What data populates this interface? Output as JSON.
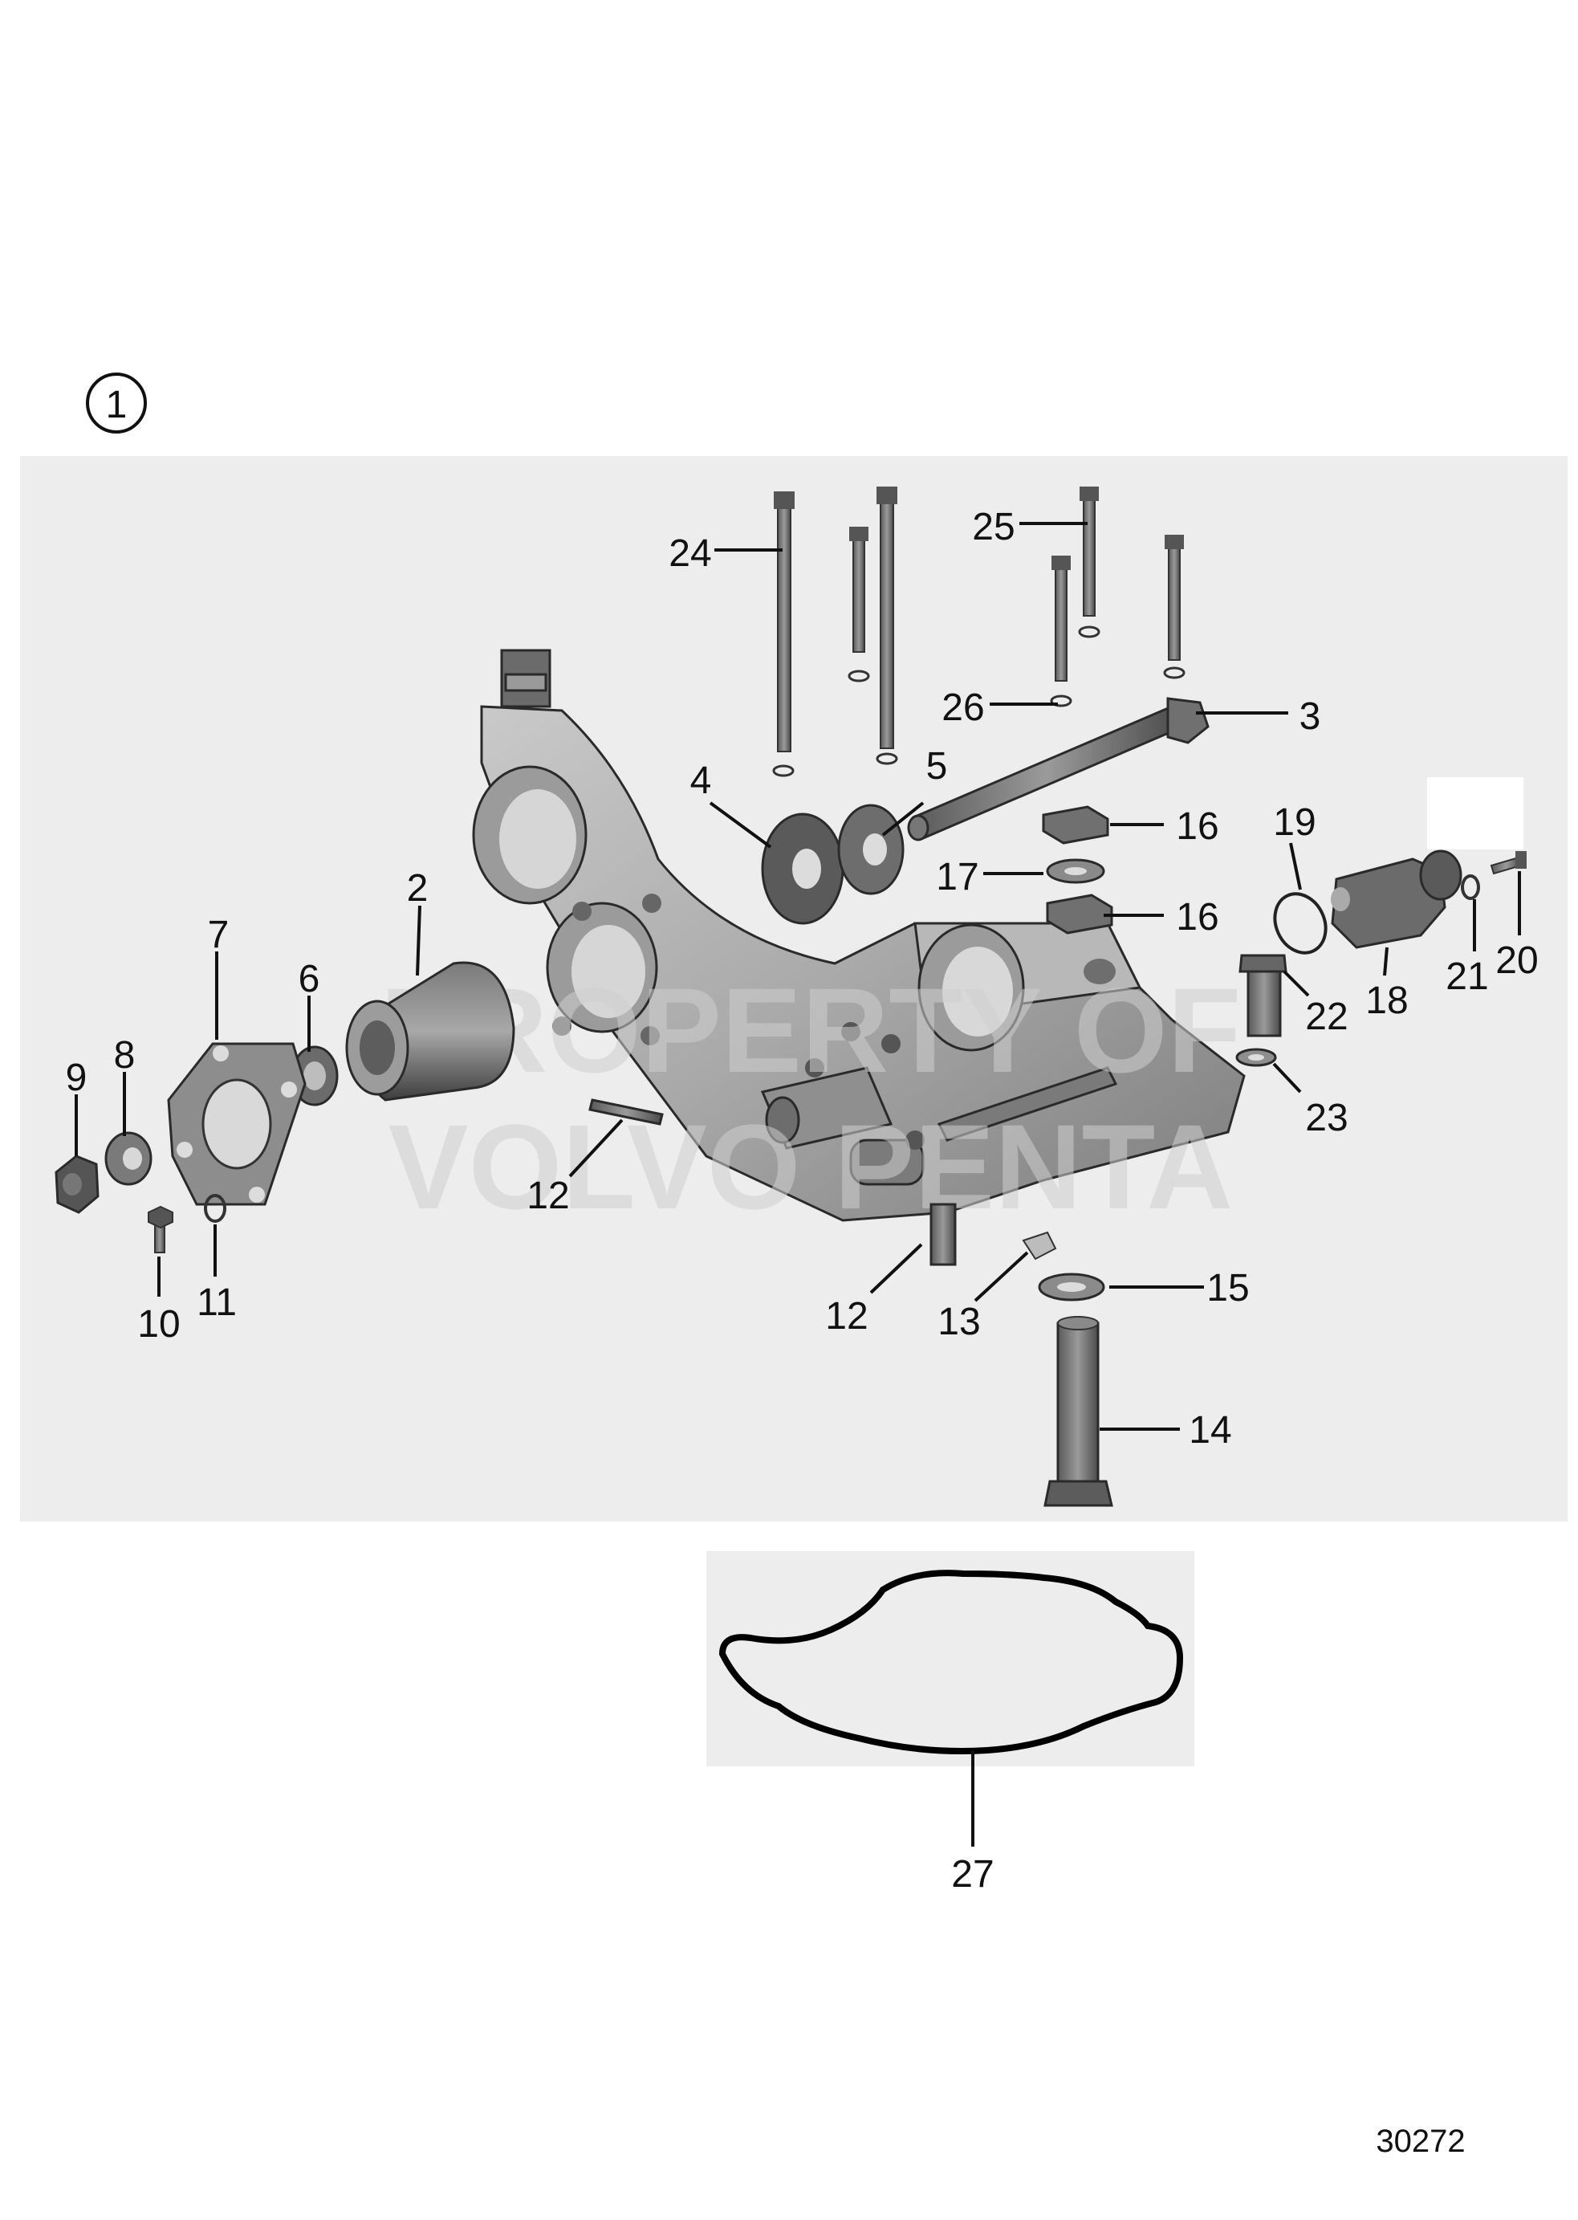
{
  "view": {
    "number": "1"
  },
  "watermark": {
    "line1": "PROPERTY OF",
    "line2": "VOLVO PENTA"
  },
  "drawing_number": "30272",
  "callouts": {
    "c2": "2",
    "c3": "3",
    "c4": "4",
    "c5": "5",
    "c6": "6",
    "c7": "7",
    "c8": "8",
    "c9": "9",
    "c10": "10",
    "c11": "11",
    "c12a": "12",
    "c12b": "12",
    "c13": "13",
    "c14": "14",
    "c15": "15",
    "c16a": "16",
    "c16b": "16",
    "c17": "17",
    "c18": "18",
    "c19": "19",
    "c20": "20",
    "c21": "21",
    "c22": "22",
    "c23": "23",
    "c24": "24",
    "c25": "25",
    "c26": "26",
    "c27": "27"
  },
  "colors": {
    "panel": "#ededed",
    "metal_dark": "#555555",
    "metal_mid": "#8a8a8a",
    "metal_light": "#c4c4c4"
  }
}
